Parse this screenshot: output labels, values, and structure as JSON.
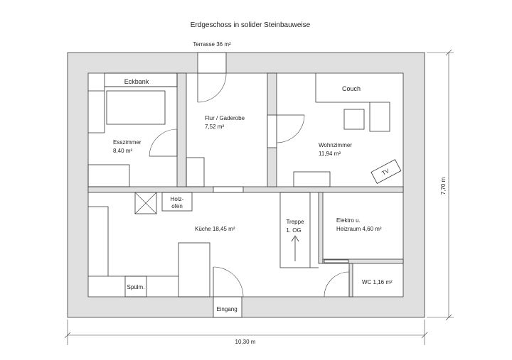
{
  "plan": {
    "title": "Erdgeschoss in solider Steinbauweise",
    "terrace": "Terrasse 36 m²",
    "dim_width": "10,30 m",
    "dim_height": "7,70 m"
  },
  "rooms": {
    "esszimmer": {
      "name": "Esszimmer",
      "area": "8,40 m²"
    },
    "flur": {
      "name": "Flur / Gaderobe",
      "area": "7,52 m²"
    },
    "wohnzimmer": {
      "name": "Wohnzimmer",
      "area": "11,94 m²"
    },
    "kueche": {
      "name": "Küche 18,45 m²"
    },
    "elektro": {
      "name": "Elektro u.",
      "area": "Heizraum 4,60 m²"
    },
    "wc": {
      "name": "WC 1,16 m²"
    }
  },
  "furniture": {
    "eckbank": "Eckbank",
    "couch": "Couch",
    "tv": "TV",
    "holzofen_line1": "Holz-",
    "holzofen_line2": "ofen",
    "spuelm": "Spülm.",
    "treppe": "Treppe",
    "treppe_og": "1. OG",
    "eingang": "Eingang"
  }
}
